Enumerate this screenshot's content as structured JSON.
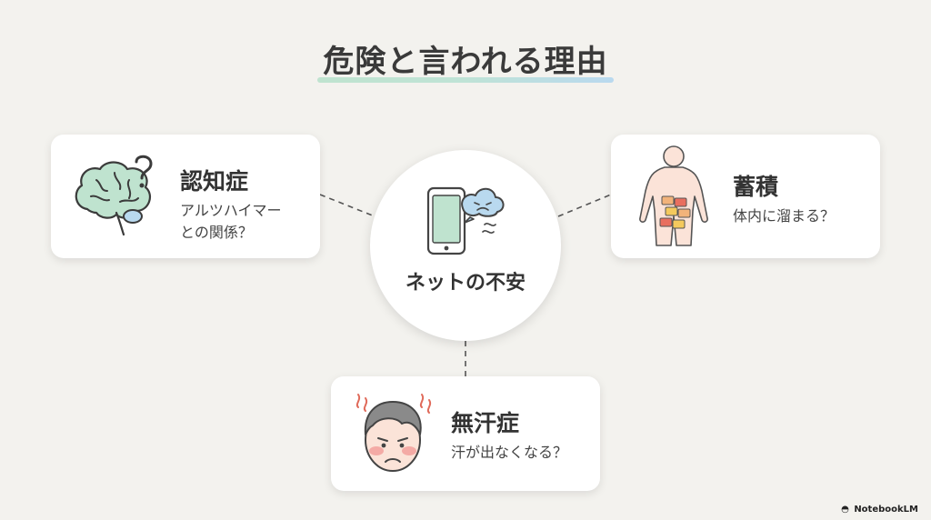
{
  "title": "危険と言われる理由",
  "center": {
    "label": "ネットの不安",
    "icon": "smartphone-worried-cloud-icon"
  },
  "cards": {
    "dementia": {
      "heading": "認知症",
      "desc_line1": "アルツハイマー",
      "desc_line2": "との関係？",
      "icon": "brain-question-icon"
    },
    "accumulation": {
      "heading": "蓄積",
      "desc": "体内に溜まる？",
      "icon": "body-accumulation-icon"
    },
    "anhidrosis": {
      "heading": "無汗症",
      "desc": "汗が出なくなる？",
      "icon": "sweating-face-icon"
    }
  },
  "brand": "NotebookLM",
  "colors": {
    "background": "#f3f2ee",
    "accent_green": "#bfe3cf",
    "accent_blue": "#b9d9ef"
  }
}
